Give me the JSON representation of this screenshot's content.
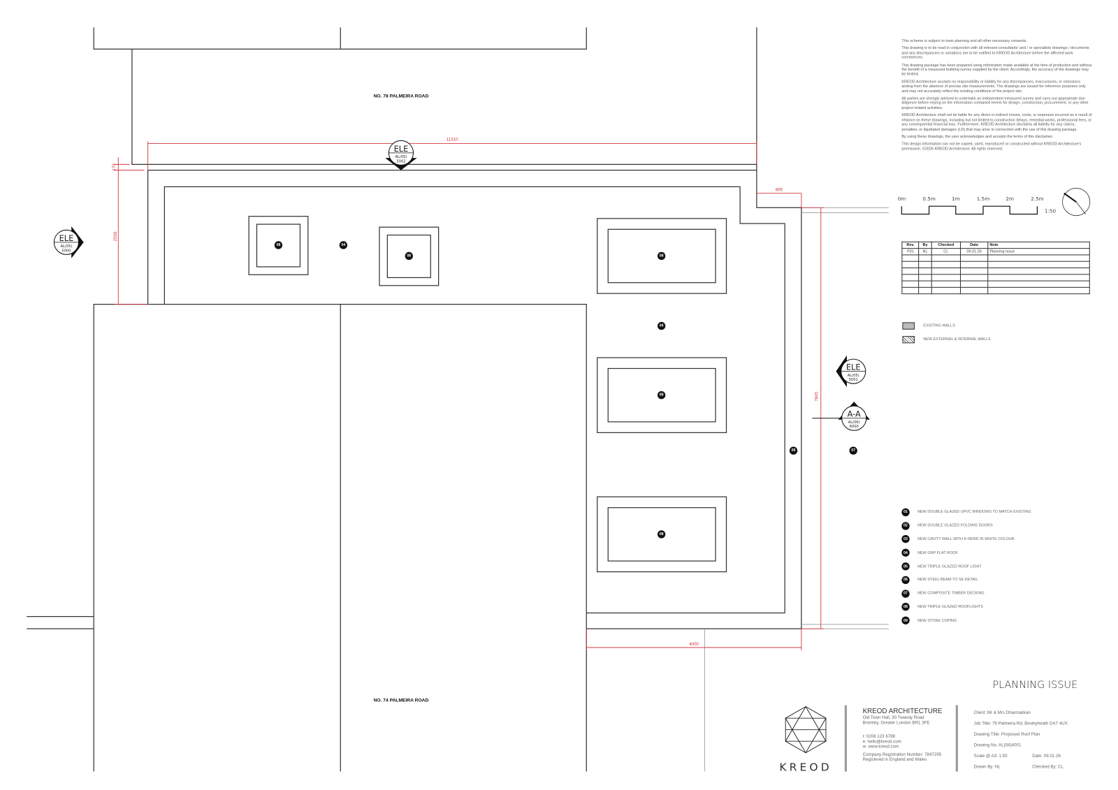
{
  "drawing": {
    "road_top": "NO. 78 PALMEIRA ROAD",
    "road_bottom": "NO. 74 PALMEIRA ROAD",
    "dimensions": {
      "top": "11310",
      "left": "2500",
      "left_small": "170",
      "step": "895",
      "right": "7845",
      "bottom": "4000"
    },
    "markers": [
      {
        "code": "ELE",
        "ref": "AL(05)",
        "num": "5002"
      },
      {
        "code": "ELE",
        "ref": "AL(05)",
        "num": "5000"
      },
      {
        "code": "ELE",
        "ref": "AL(05)",
        "num": "5001"
      },
      {
        "code": "A-A",
        "ref": "AL(06)",
        "num": "6000"
      }
    ],
    "tags": {
      "rooflight": "08",
      "roof": "04",
      "coping": "09",
      "decking": "07"
    }
  },
  "disclaimer": [
    "This scheme is subject to town planning and all other necessary consents.",
    "This drawing is to be read in conjunction with all relevant consultants' and / or specialists drawings / documents and any discrepancies or variations are to be notified to KREOD Architecture before the affected work commences.",
    "This drawing package has been prepared using information made available at the time of production and without the benefit of a measured building survey supplied by the client. Accordingly, the accuracy of the drawings may be limited.",
    "KREOD Architecture accepts no responsibility or liability for any discrepancies, inaccuracies, or omissions arising from the absence of precise site measurements. The drawings are issued for reference purposes only and may not accurately reflect the existing conditions of the project site.",
    "All parties are strongly advised to undertake an independent measured survey and carry out appropriate due diligence before relying on the information contained herein for design, construction, procurement, or any other project-related activities.",
    "KREOD Architecture shall not be liable for any direct or indirect losses, costs, or expenses incurred as a result of reliance on these drawings, including but not limited to construction delays, remedial works, professional fees, or any consequential financial loss. Furthermore, KREOD Architecture disclaims all liability for any claims, penalties, or liquidated damages (LD) that may arise in connection with the use of this drawing package.",
    "By using these drawings, the user acknowledges and accepts the terms of this disclaimer.",
    "This design information can not be copied, used, reproduced or constructed without KREOD Architecture's permission. ©2026 KREOD Architecture. All rights reserved."
  ],
  "scale_bar": {
    "ticks": [
      "0m",
      "0.5m",
      "1m",
      "1.5m",
      "2m",
      "2.5m"
    ],
    "ratio": "1:50"
  },
  "revisions": {
    "headers": [
      "Rev.",
      "By",
      "Checked",
      "Date",
      "Note"
    ],
    "rows": [
      [
        "P01",
        "NL",
        "CL",
        "09.01.26",
        "Planning Issue"
      ]
    ]
  },
  "legend": [
    "EXISTING WALLS",
    "NEW EXTERNAL & INTERNAL WALLS"
  ],
  "notes": [
    {
      "n": "01",
      "text": "NEW DOUBLE GLAZED UPVC WINDOWS TO MATCH EXISTING"
    },
    {
      "n": "02",
      "text": "NEW DOUBLE GLAZED FOLDING DOORS"
    },
    {
      "n": "03",
      "text": "NEW CAVITY WALL WITH K-REND IN WHITE COLOUR"
    },
    {
      "n": "04",
      "text": "NEW GRP FLAT ROOF"
    },
    {
      "n": "05",
      "text": "NEW TRIPLE GLAZED ROOF LIGHT"
    },
    {
      "n": "06",
      "text": "NEW STEEL BEAM TO SE DETAIL"
    },
    {
      "n": "07",
      "text": "NEW COMPOSITE TIMBER DECKING"
    },
    {
      "n": "08",
      "text": "NEW TRIPLE GLAZED ROOFLIGHTS"
    },
    {
      "n": "09",
      "text": "NEW STONE COPING"
    }
  ],
  "title_block": {
    "status": "PLANNING ISSUE",
    "logo_text": "KREOD",
    "company": "KREOD ARCHITECTURE",
    "address1": "Old Town Hall, 30 Tweedy Road",
    "address2": "Bromley, Greater London BR1 3FE",
    "tel": "t: 0208 123 6788",
    "email": "e: hello@kreod.com",
    "web": "w: www.kreod.com",
    "reg1": "Company Registration Number: 7847295",
    "reg2": "Registered in England and Wales",
    "client": "Client: Mr & Mrs Dharmakkan",
    "job": "Job Title: 76 Palmeira Rd, Bexleyheath DA7 4UX",
    "drawing_title": "Drawing Title: Proposed Roof Plan",
    "drawing_no": "Drawing No. AL(04)4001",
    "scale": "Scale @ A3: 1:50",
    "date": "Date: 09.01.26",
    "drawn": "Drawn By: NL",
    "checked": "Checked By: CL"
  },
  "colors": {
    "dimension": "#d0393f",
    "line": "#333333"
  }
}
